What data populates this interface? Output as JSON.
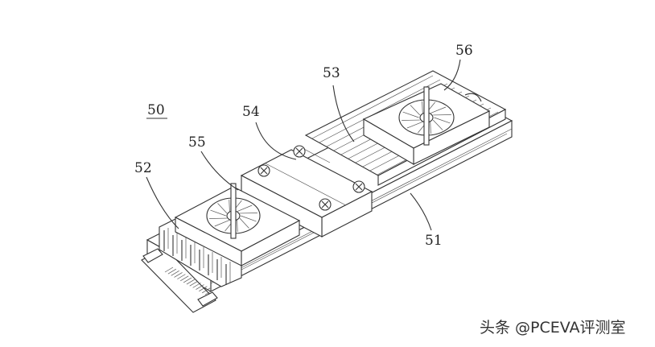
{
  "figure": {
    "labels": {
      "n50": "50",
      "n51": "51",
      "n52": "52",
      "n53": "53",
      "n54": "54",
      "n55": "55",
      "n56": "56"
    },
    "watermark": "头条 @PCEVA评测室",
    "colors": {
      "line": "#333333",
      "background": "#ffffff"
    },
    "icons": [
      "fan-icon",
      "screw-icon"
    ]
  }
}
